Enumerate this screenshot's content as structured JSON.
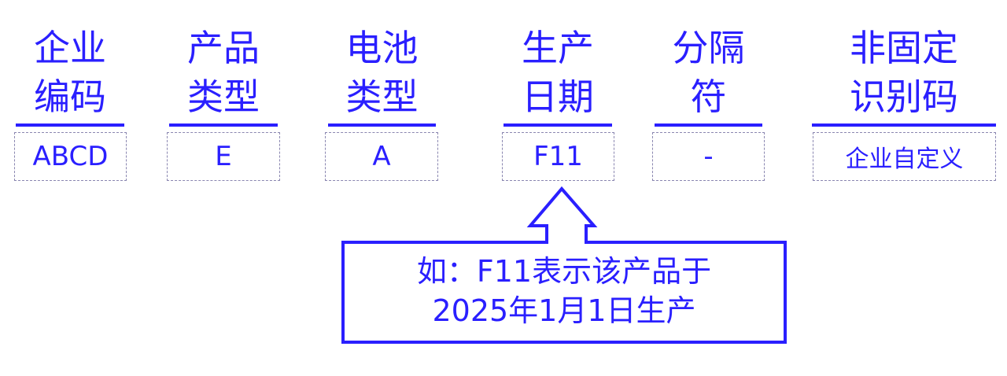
{
  "color": "#2a1fff",
  "fields": [
    {
      "header": [
        "企业",
        "编码"
      ],
      "value": "ABCD"
    },
    {
      "header": [
        "产品",
        "类型"
      ],
      "value": "E"
    },
    {
      "header": [
        "电池",
        "类型"
      ],
      "value": "A"
    },
    {
      "header": [
        "生产",
        "日期"
      ],
      "value": "F11"
    },
    {
      "header": [
        "分隔符"
      ],
      "value": "-"
    },
    {
      "header": [
        "非固定",
        "识别码"
      ],
      "value": "企业自定义"
    }
  ],
  "callout": {
    "lines": [
      "如：F11表示该产品于",
      "2025年1月1日生产"
    ]
  }
}
